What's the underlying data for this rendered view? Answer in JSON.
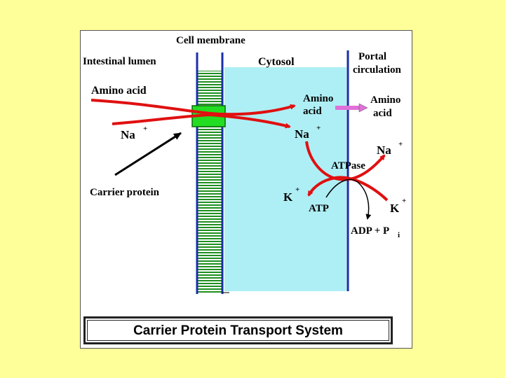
{
  "diagram": {
    "labels": {
      "cell_membrane": "Cell membrane",
      "intestinal_lumen": "Intestinal lumen",
      "cytosol": "Cytosol",
      "portal_circulation_1": "Portal",
      "portal_circulation_2": "circulation",
      "amino_acid_lumen": "Amino acid",
      "na_lumen": "Na",
      "carrier_protein": "Carrier protein",
      "amino_acid_cytosol_1": "Amino",
      "amino_acid_cytosol_2": "acid",
      "amino_acid_portal_1": "Amino",
      "amino_acid_portal_2": "acid",
      "na_cytosol": "Na",
      "na_portal": "Na",
      "atpase": "ATPase",
      "k_cytosol": "K",
      "k_portal": "K",
      "atp": "ATP",
      "adp_pi": "ADP + P",
      "pi_subscript": "i",
      "plus": "+"
    },
    "caption": "Carrier Protein Transport System",
    "colors": {
      "background": "#FFFF99",
      "cytosol": "#AEEFF5",
      "membrane_stripes": "#1F8F1F",
      "membrane_border": "#1A2EA8",
      "carrier_protein": "#22DD22",
      "arrow_red": "#E01010",
      "arrow_magenta": "#E070D8"
    }
  }
}
